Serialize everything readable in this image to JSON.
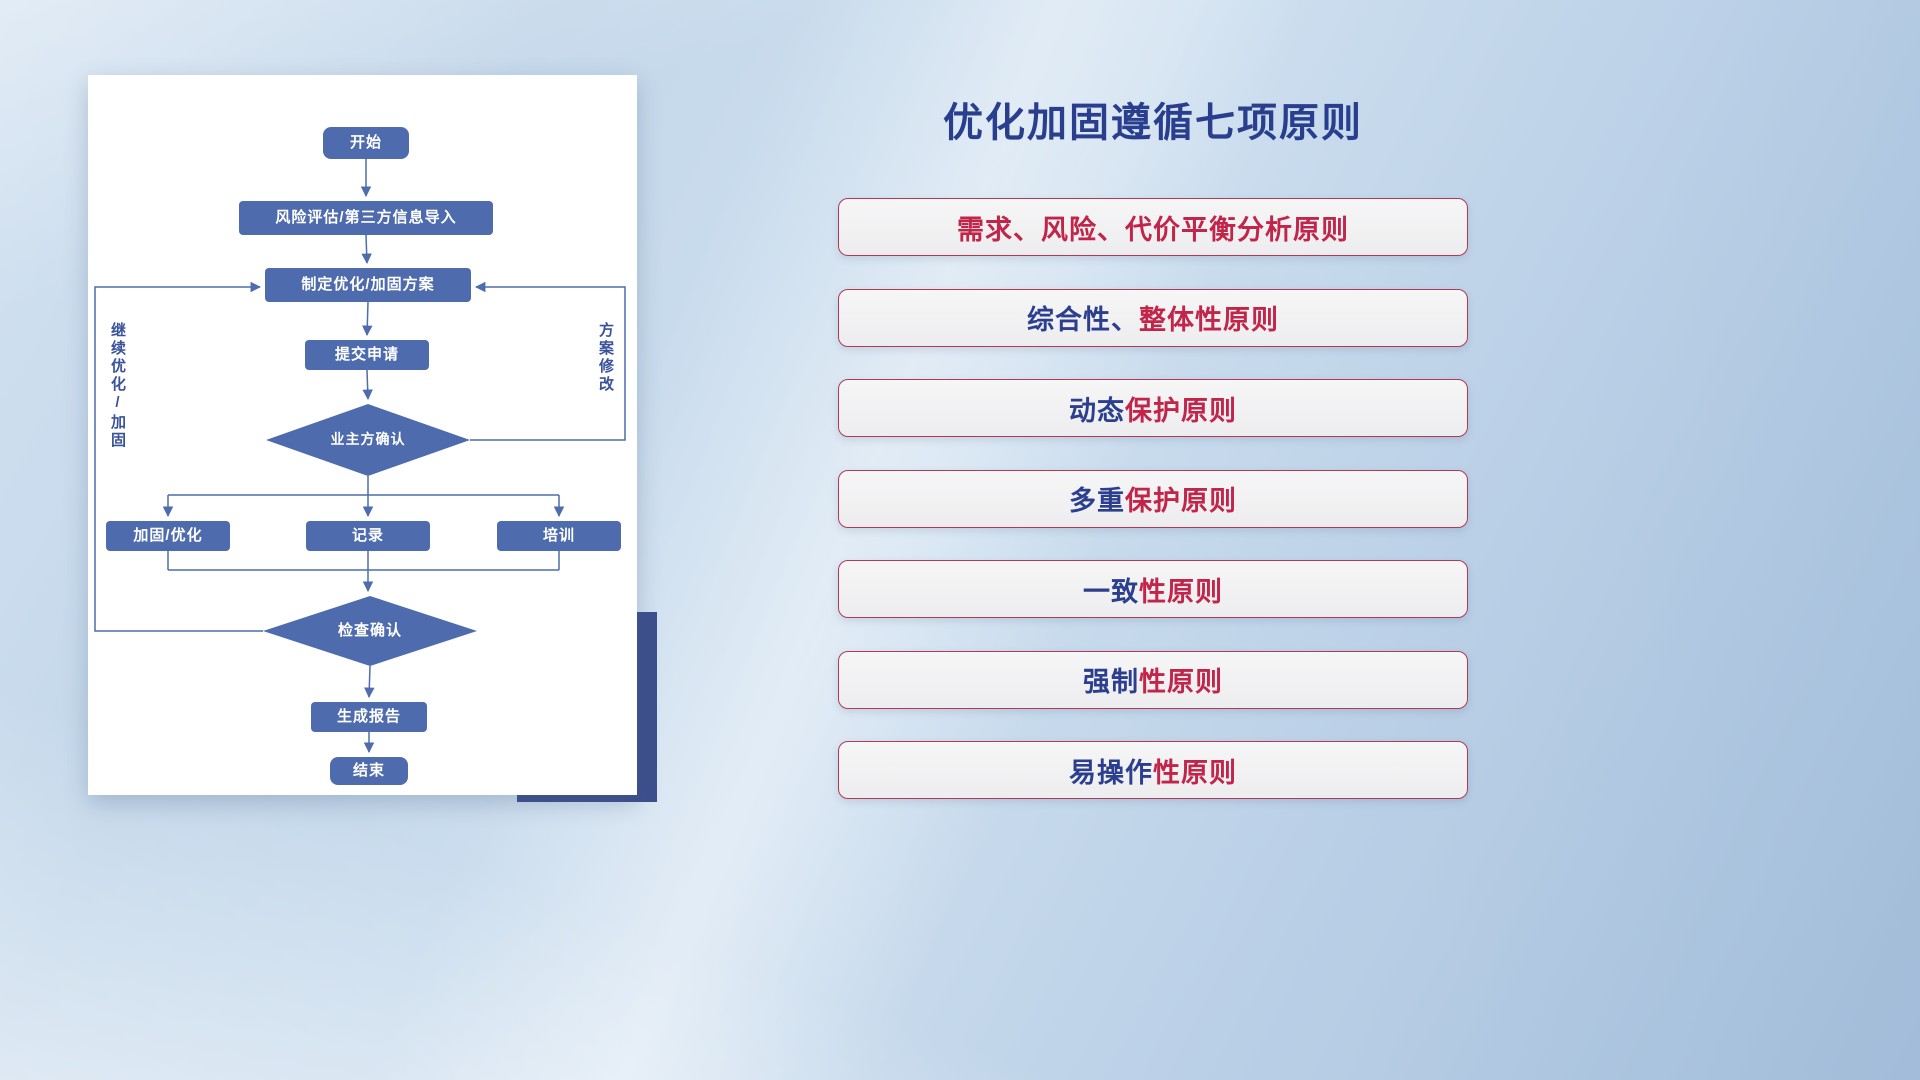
{
  "title": "优化加固遵循七项原则",
  "flowchart": {
    "nodes": {
      "start": "开始",
      "risk": "风险评估/第三方信息导入",
      "plan": "制定优化/加固方案",
      "submit": "提交申请",
      "owner_confirm": "业主方确认",
      "reinforce": "加固/优化",
      "record": "记录",
      "training": "培训",
      "check_confirm": "检查确认",
      "report": "生成报告",
      "end": "结束"
    },
    "edge_labels": {
      "continue": "继续优化/加固",
      "modify": "方案修改"
    }
  },
  "principles": {
    "items": [
      {
        "pre": "",
        "hi": "需求、风险、代价平衡分析原则"
      },
      {
        "pre": "综合性、",
        "hi": "整体性原则"
      },
      {
        "pre": "动态",
        "hi": "保护原则"
      },
      {
        "pre": "多重",
        "hi": "保护原则"
      },
      {
        "pre": "一致",
        "hi": "性原则"
      },
      {
        "pre": "强制",
        "hi": "性原则"
      },
      {
        "pre": "易操作",
        "hi": "性原则"
      }
    ]
  },
  "colors": {
    "node_fill": "#4e6cad",
    "line": "#4f6cae",
    "title_navy": "#2a3e8e",
    "accent_red": "#c2254a",
    "accent_block": "#3d4f8d"
  }
}
